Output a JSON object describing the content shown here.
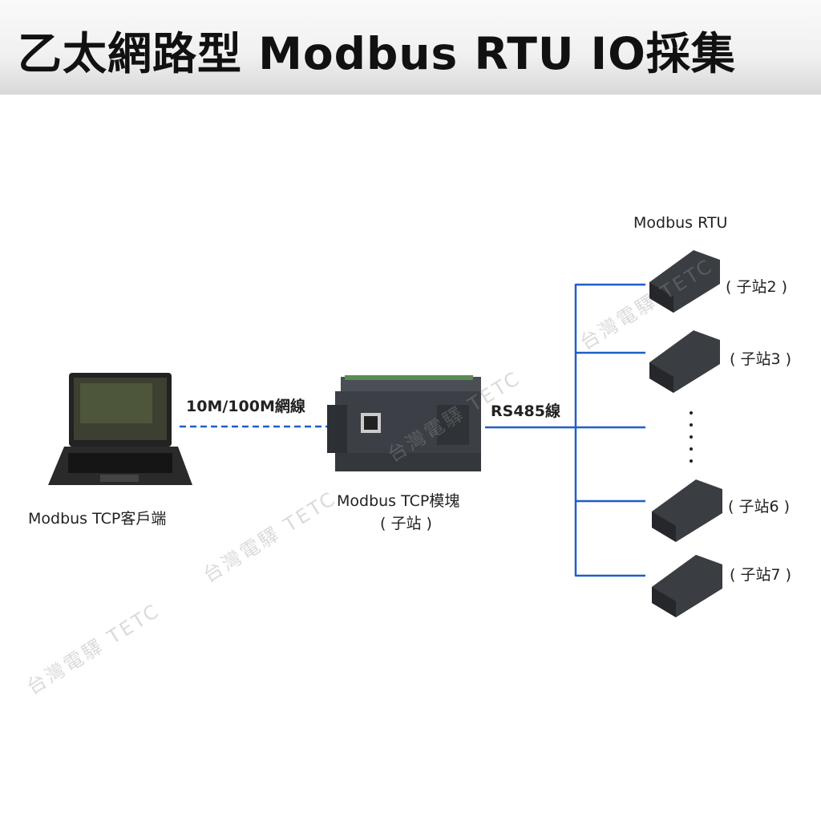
{
  "title": "乙太網路型 Modbus RTU IO採集",
  "labels": {
    "ethernet_cable": "10M/100M網線",
    "rs485_cable": "RS485線",
    "client": "Modbus TCP客戶端",
    "module": "Modbus TCP模塊",
    "module_sub": "( 子站 )",
    "rtu_header": "Modbus RTU",
    "slaves": [
      "( 子站2 )",
      "( 子站3 )",
      "( 子站6 )",
      "( 子站7 )"
    ]
  },
  "watermark": "台灣電驛 TETC",
  "colors": {
    "line": "#1f5fc8",
    "device": "#3a3d42"
  }
}
